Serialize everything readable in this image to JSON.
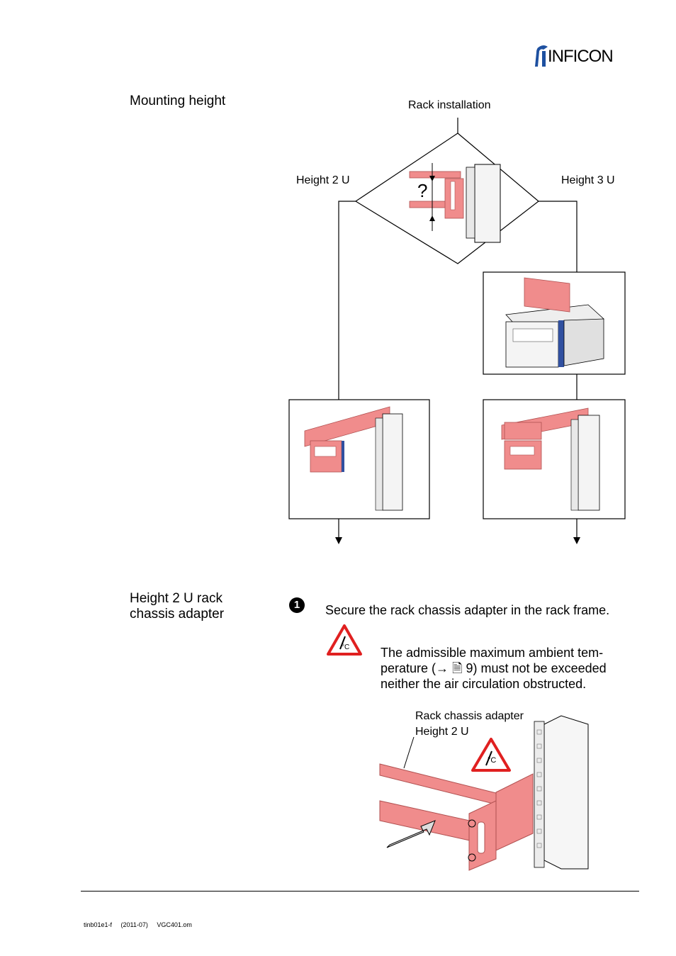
{
  "brand": {
    "name": "INFICON",
    "logo_color": "#1e50a0"
  },
  "sections": {
    "mounting_height": {
      "heading": "Mounting height",
      "flow": {
        "top_label": "Rack installation",
        "question": "?",
        "left_label": "Height 2 U",
        "right_label": "Height 3 U"
      }
    },
    "rack_adapter": {
      "heading_line1": "Height 2 U rack",
      "heading_line2": "chassis adapter",
      "step_number": "1",
      "step_text": "Secure the rack chassis adapter in the rack frame.",
      "warning_lines": [
        "The admissible maximum ambient tem-",
        "perature (→ 🗎 9) must not be exceeded",
        "neither the air circulation obstructed."
      ],
      "warning_symbol": "°C",
      "figure_label_line1": "Rack chassis adapter",
      "figure_label_line2": "Height 2 U"
    }
  },
  "colors": {
    "salmon": "#f08c8c",
    "salmon_dark": "#c85a5a",
    "warning_red": "#e02020"
  },
  "footer": {
    "text": "tinb01e1-f     (2011-07)     VGC401.om"
  }
}
